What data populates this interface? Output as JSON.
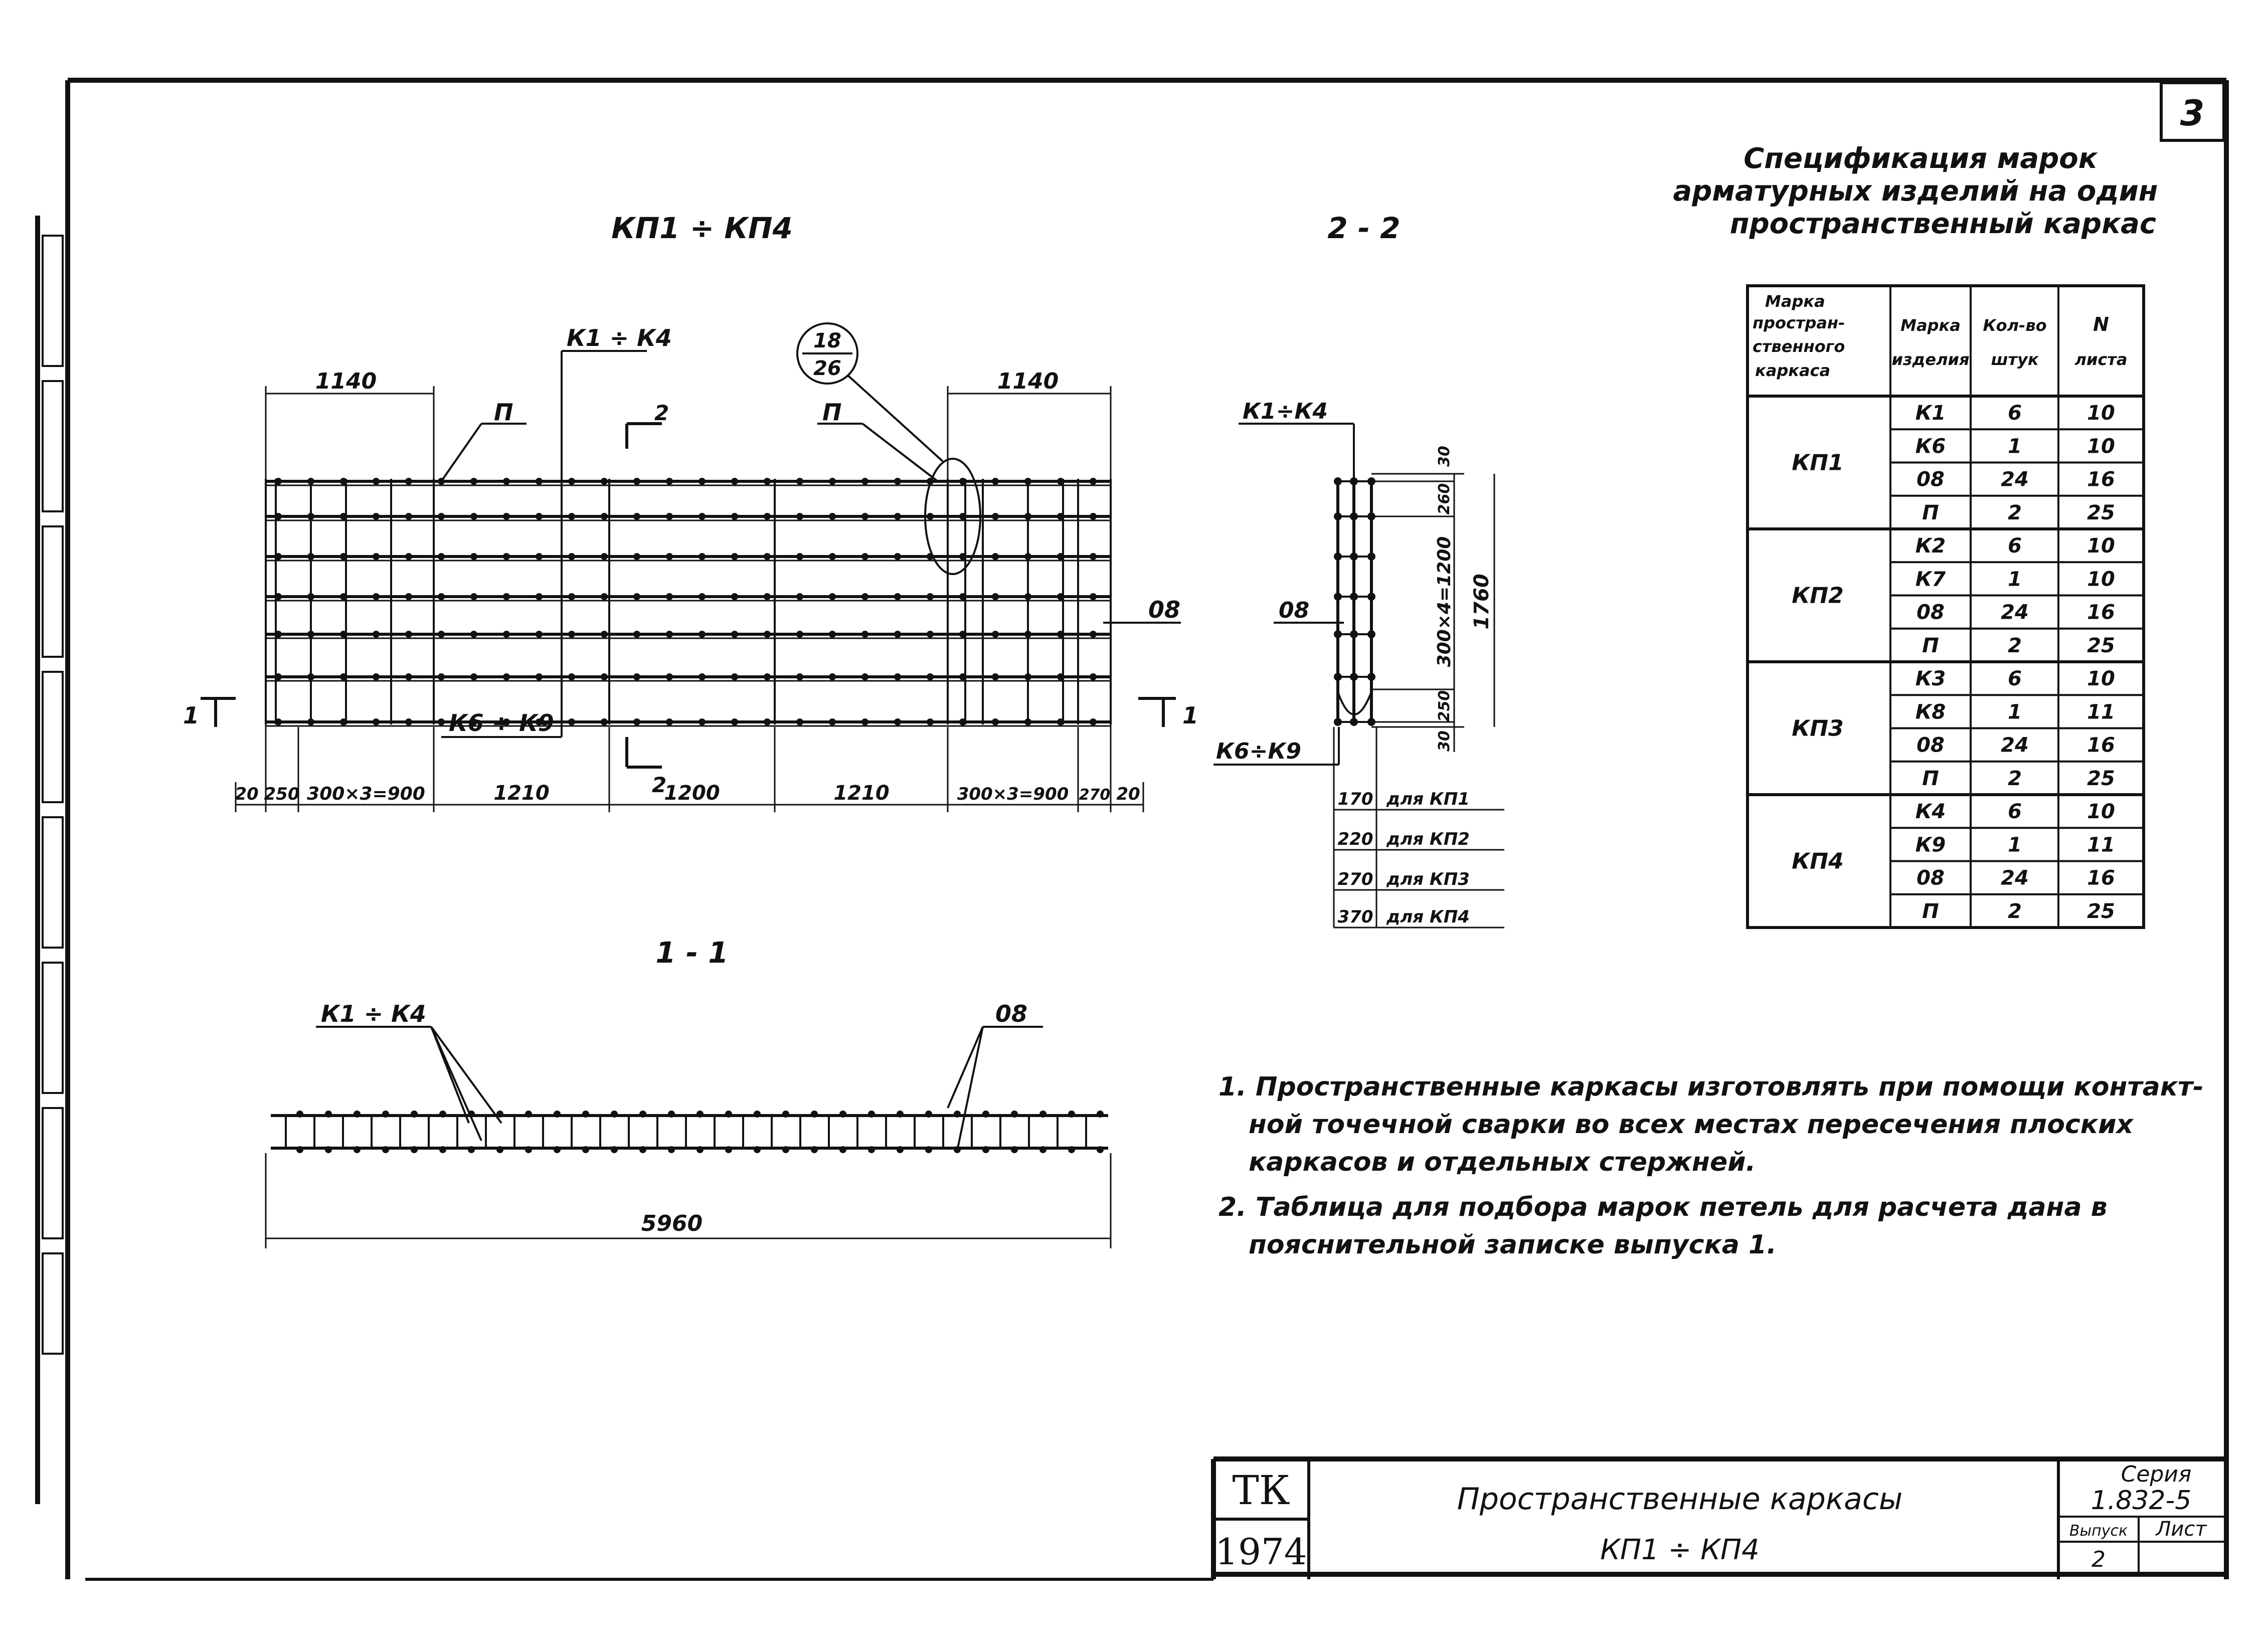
{
  "sheet_number": "3",
  "drawing_views": {
    "plan_title": "КП1 ÷ КП4",
    "section_2_2_title": "2 - 2",
    "section_1_1_title": "1 - 1"
  },
  "plan_labels": {
    "k1_k4": "К1 ÷ К4",
    "k6_k9": "К6 ÷ К9",
    "p_left": "П",
    "p_right": "П",
    "mark_08": "08",
    "cut_2_top": "2",
    "cut_2_bottom": "2",
    "cut_1_left": "1",
    "cut_1_right": "1",
    "callout_top": "18",
    "callout_bottom": "26",
    "dim_top_left": "1140",
    "dim_top_right": "1140"
  },
  "plan_dimensions": [
    "20",
    "250",
    "300×3=900",
    "1210",
    "1200",
    "1210",
    "300×3=900",
    "270",
    "20"
  ],
  "section_2_2": {
    "k1_k4": "К1÷К4",
    "mark_08": "08",
    "k6_k9": "К6÷К9",
    "dims_vertical": [
      "30",
      "260",
      "300×4=1200",
      "250",
      "30"
    ],
    "dim_total": "1760",
    "length_rows": [
      {
        "value": "170",
        "label": "для КП1"
      },
      {
        "value": "220",
        "label": "для КП2"
      },
      {
        "value": "270",
        "label": "для КП3"
      },
      {
        "value": "370",
        "label": "для КП4"
      }
    ]
  },
  "section_1_1": {
    "k1_k4": "К1 ÷ К4",
    "mark_08": "08",
    "dim_total": "5960"
  },
  "specification": {
    "title_lines": [
      "Спецификация марок",
      "арматурных изделий на один",
      "пространственный каркас"
    ],
    "headers": [
      [
        "Марка",
        "простран-",
        "ственного",
        "каркаса"
      ],
      [
        "Марка",
        "изделия"
      ],
      [
        "Кол-во",
        "штук"
      ],
      [
        "N",
        "листа"
      ]
    ],
    "groups": [
      {
        "frame": "КП1",
        "rows": [
          [
            "К1",
            "6",
            "10"
          ],
          [
            "К6",
            "1",
            "10"
          ],
          [
            "08",
            "24",
            "16"
          ],
          [
            "П",
            "2",
            "25"
          ]
        ]
      },
      {
        "frame": "КП2",
        "rows": [
          [
            "К2",
            "6",
            "10"
          ],
          [
            "К7",
            "1",
            "10"
          ],
          [
            "08",
            "24",
            "16"
          ],
          [
            "П",
            "2",
            "25"
          ]
        ]
      },
      {
        "frame": "КП3",
        "rows": [
          [
            "К3",
            "6",
            "10"
          ],
          [
            "К8",
            "1",
            "11"
          ],
          [
            "08",
            "24",
            "16"
          ],
          [
            "П",
            "2",
            "25"
          ]
        ]
      },
      {
        "frame": "КП4",
        "rows": [
          [
            "К4",
            "6",
            "10"
          ],
          [
            "К9",
            "1",
            "11"
          ],
          [
            "08",
            "24",
            "16"
          ],
          [
            "П",
            "2",
            "25"
          ]
        ]
      }
    ]
  },
  "notes": [
    "1. Пространственные каркасы изготовлять при помощи контакт-",
    "ной точечной сварки во всех местах пересечения плоских",
    "каркасов и отдельных стержней.",
    "2. Таблица для подбора марок петель для расчета дана в",
    "пояснительной записке выпуска 1."
  ],
  "title_block": {
    "org_top": "ТК",
    "org_bottom": "1974",
    "title_line1": "Пространственные каркасы",
    "title_line2": "КП1 ÷ КП4",
    "series_label": "Серия",
    "series_value": "1.832-5",
    "issue_label": "Выпуск",
    "sheet_label": "Лист",
    "issue_value": "2"
  }
}
